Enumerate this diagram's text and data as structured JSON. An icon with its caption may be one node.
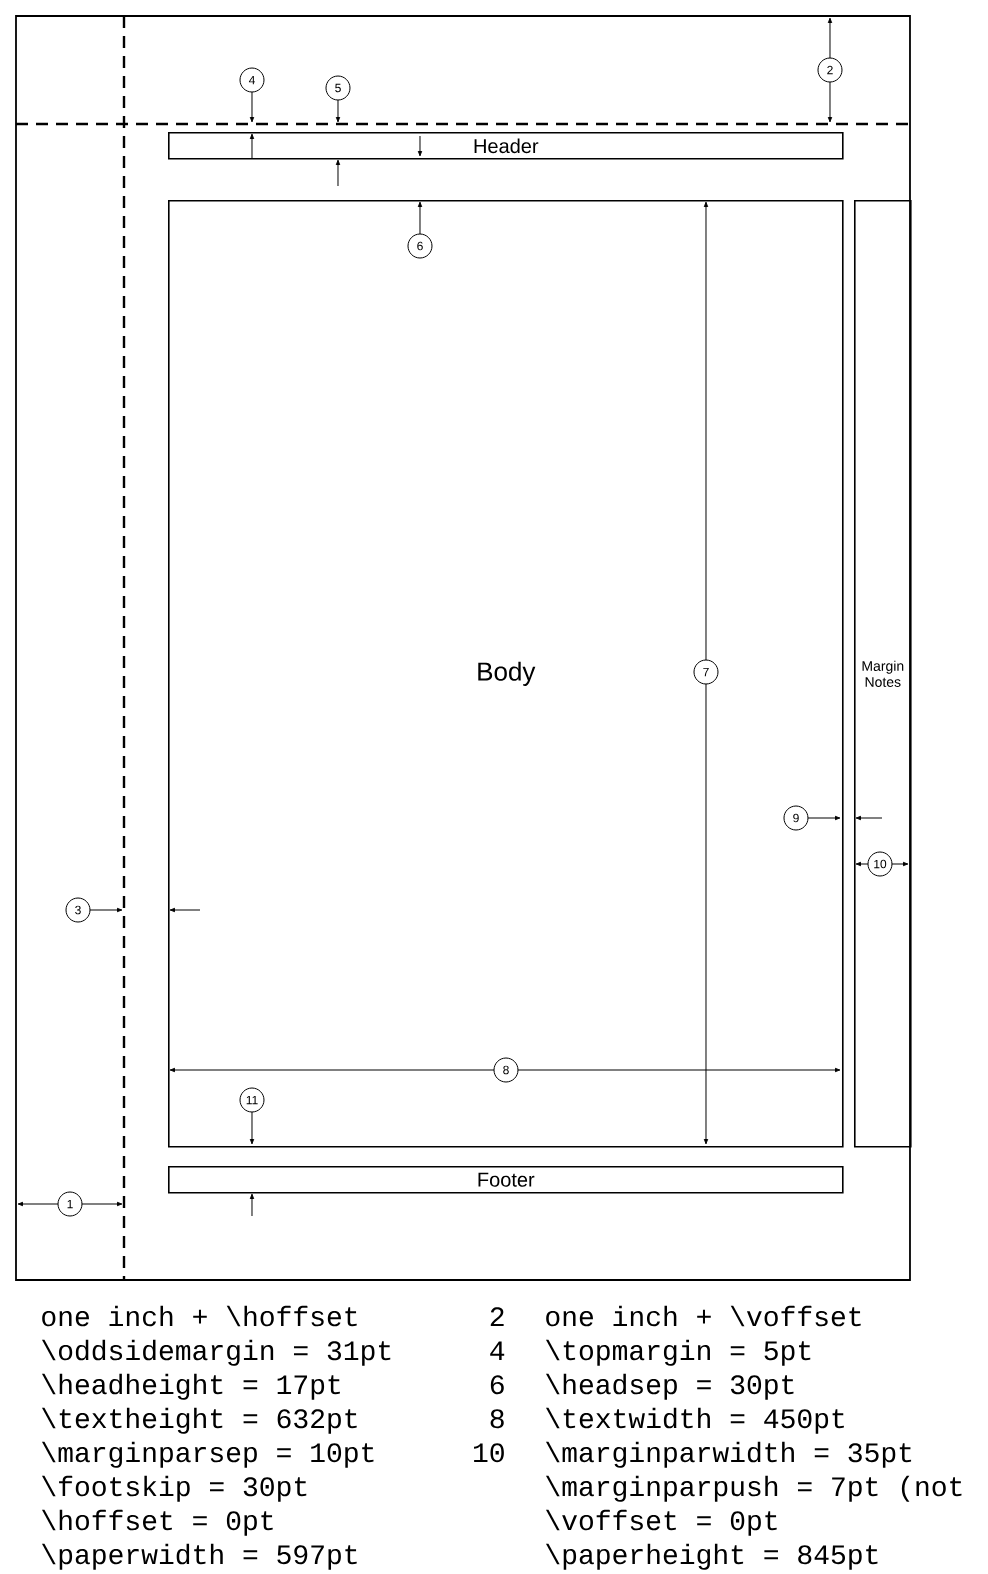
{
  "diagram": {
    "nodes": [
      {
        "text": [
          "Header"
        ]
      },
      {
        "text": [
          "Body"
        ]
      },
      {
        "text": [
          "Margin Notes"
        ]
      },
      {
        "text": [
          "Footer"
        ]
      }
    ],
    "labels": [
      "4",
      "5",
      "2",
      "6",
      "7",
      "9",
      "10",
      "3",
      "8",
      "11",
      "1",
      "one inch + \\hoffset",
      "2",
      "one inch + \\voffset",
      "\\oddsidemargin = 31pt",
      "4",
      "\\topmargin = 5pt",
      "\\headheight = 17pt",
      "6",
      "\\headsep = 30pt",
      "\\textheight = 632pt",
      "8",
      "\\textwidth = 450pt",
      "\\marginparsep = 10pt",
      "10",
      "\\marginparwidth = 35pt",
      "\\footskip = 30pt",
      "\\marginparpush = 7pt (not",
      "\\hoffset = 0pt",
      "\\voffset = 0pt",
      "\\paperwidth = 597pt",
      "\\paperheight = 845pt"
    ]
  }
}
